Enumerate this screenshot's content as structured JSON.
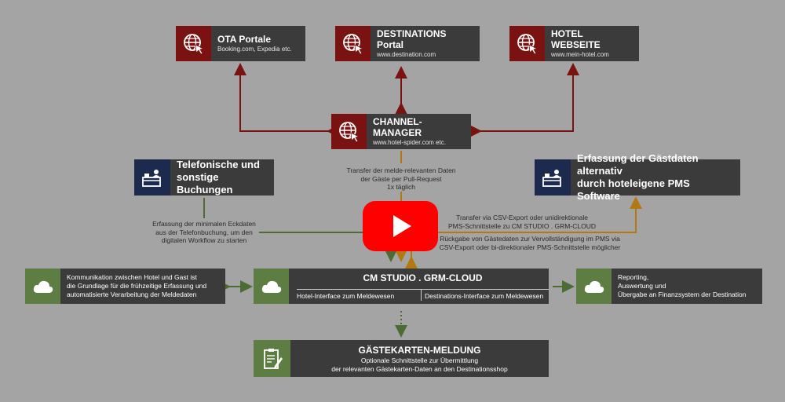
{
  "nodes": {
    "ota": {
      "title": "OTA Portale",
      "sub": "Booking.com, Expedia etc."
    },
    "dest": {
      "title": "DESTINATIONS Portal",
      "sub": "www.destination.com"
    },
    "hotel": {
      "title": "HOTEL WEBSEITE",
      "sub": "www.mein-hotel.com"
    },
    "channel": {
      "title": "CHANNEL-MANAGER",
      "sub": "www.hotel-spider.com etc."
    },
    "telefon": {
      "line1": "Telefonische und",
      "line2": "sonstige Buchungen"
    },
    "pms": {
      "line1": "Erfassung der Gästdaten alternativ",
      "line2": "durch hoteleigene PMS Software"
    },
    "kommunikation": {
      "line1": "Kommunikation zwischen Hotel und Gast ist",
      "line2": "die Grundlage für die frühzeitige Erfassung und",
      "line3": "automatisierte Verarbeitung der Meldedaten"
    },
    "cm_studio": {
      "title": "CM STUDIO . GRM-CLOUD",
      "left": "Hotel-Interface zum Meldewesen",
      "right": "Destinations-Interface zum Meldewesen"
    },
    "reporting": {
      "line1": "Reporting,",
      "line2": "Auswertung und",
      "line3": "Übergabe an Finanzsystem der Destination"
    },
    "gaestekarten": {
      "title": "GÄSTEKARTEN-MELDUNG",
      "line1": "Optionale Schnittstelle zur Übermittlung",
      "line2": "der relevanten Gästekarten-Daten an den Destinationsshop"
    }
  },
  "labels": {
    "transfer": [
      "Transfer der melde-relevanten Daten",
      "der Gäste per Pull-Request",
      "1x täglich"
    ],
    "erfassung": [
      "Erfassung der minimalen Eckdaten",
      "aus der Telefonbuchung, um den",
      "digitalen Workflow zu starten"
    ],
    "csv": [
      "Transfer via CSV-Export oder unidirektionale",
      "PMS-Schnittstelle zu CM STUDIO . GRM-CLOUD"
    ],
    "rueckgabe": [
      "Rückgabe von Gästedaten zur Vervollständigung im PMS via",
      "CSV-Export oder bi-direktionaler PMS-Schnittstelle möglicher"
    ]
  },
  "colors": {
    "red": "#7a1212",
    "navy": "#1c2a4e",
    "green": "#5e7d43",
    "box": "#3b3b3b",
    "youtube": "#ff0000",
    "arrow_red": "#7a1212",
    "arrow_green": "#4d6b35",
    "arrow_orange": "#b27912"
  },
  "icons": [
    "globe-cursor-icon",
    "reception-desk-icon",
    "cloud-icon",
    "clipboard-icon",
    "play-icon"
  ]
}
